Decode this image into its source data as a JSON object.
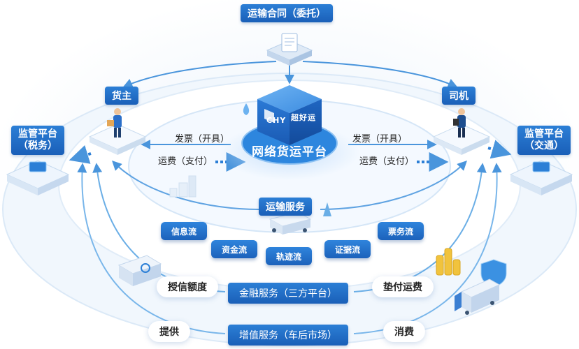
{
  "contract": "运输合同（委托）",
  "shipper": "货主",
  "driver": "司机",
  "regulator_tax": {
    "line1": "监管平台",
    "line2": "（税务）"
  },
  "regulator_transport": {
    "line1": "监管平台",
    "line2": "（交通）"
  },
  "platform": {
    "name": "网络货运平台",
    "brand": "超好运",
    "brand_mark": "CHY"
  },
  "flows_left": {
    "invoice": "发票（开具）",
    "freight": "运费（支付）"
  },
  "flows_right": {
    "invoice": "发票（开具）",
    "freight": "运费（支付）"
  },
  "transport_service": "运输服务",
  "streams": [
    "信息流",
    "资金流",
    "轨迹流",
    "证据流",
    "票务流"
  ],
  "financial_service": "金融服务（三方平台）",
  "value_added_service": "增值服务（车后市场）",
  "credit_limit": "授信额度",
  "advance_freight": "垫付运费",
  "provide": "提供",
  "consume": "消费",
  "colors": {
    "primary": "#1f6fc9",
    "accent": "#2c7fd6",
    "light": "#dceafa"
  }
}
